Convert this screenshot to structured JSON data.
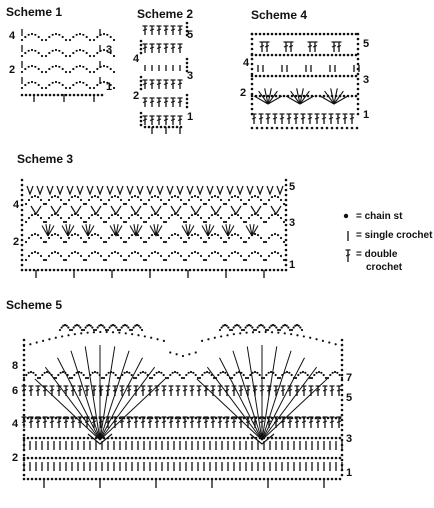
{
  "titles": {
    "s1": "Scheme 1",
    "s2": "Scheme 2",
    "s4": "Scheme 4",
    "s3": "Scheme 3",
    "s5": "Scheme 5"
  },
  "legend": {
    "chain": "= chain st",
    "sc": "= single crochet",
    "dc1": "= double",
    "dc2": "crochet"
  },
  "rows": {
    "r1": "1",
    "r2": "2",
    "r3": "3",
    "r4": "4",
    "r5": "5",
    "r6": "6",
    "r7": "7",
    "r8": "8"
  }
}
